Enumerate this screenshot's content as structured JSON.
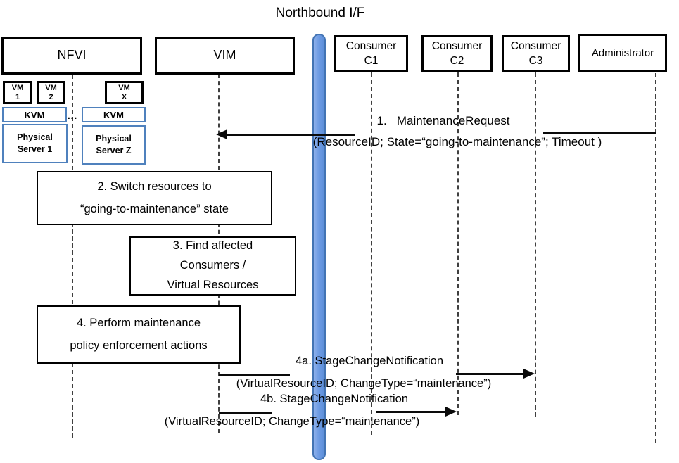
{
  "diagram": {
    "title": "Northbound I/F",
    "actors": {
      "nfvi": {
        "label": "NFVI"
      },
      "vim": {
        "label": "VIM"
      },
      "c1": {
        "line1": "Consumer",
        "line2": "C1"
      },
      "c2": {
        "line1": "Consumer",
        "line2": "C2"
      },
      "c3": {
        "line1": "Consumer",
        "line2": "C3"
      },
      "admin": {
        "label": "Administrator"
      }
    },
    "nfvi_internals": {
      "vm1": {
        "line1": "VM",
        "line2": "1"
      },
      "vm2": {
        "line1": "VM",
        "line2": "2"
      },
      "vmx": {
        "line1": "VM",
        "line2": "X"
      },
      "kvm1": "KVM",
      "kvm2": "KVM",
      "dots": "…",
      "server1": {
        "line1": "Physical",
        "line2": "Server 1"
      },
      "serverz": {
        "line1": "Physical",
        "line2": "Server Z"
      }
    },
    "activities": {
      "step2": {
        "line1": "2. Switch resources to",
        "line2": "“going-to-maintenance” state"
      },
      "step3": {
        "line1": "3. Find affected",
        "line2": "Consumers /",
        "line3": "Virtual Resources"
      },
      "step4": {
        "line1": "4. Perform maintenance",
        "line2": "policy enforcement actions"
      }
    },
    "messages": {
      "m1": {
        "label": "1.   MaintenanceRequest",
        "params": "(ResourceID; State=“going-to-maintenance”; Timeout )"
      },
      "m4a": {
        "label": "4a. StageChangeNotification",
        "params": "(VirtualResourceID; ChangeType=“maintenance”)"
      },
      "m4b": {
        "label": "4b. StageChangeNotification",
        "params": "(VirtualResourceID; ChangeType=“maintenance”)"
      }
    },
    "colors": {
      "accent_blue_border": "#4f81bd",
      "bar_fill": "#6f9ce4",
      "bar_border": "#4374b4",
      "line_color": "#0a0a0a",
      "lifeline_color": "#3f3f3f"
    }
  }
}
